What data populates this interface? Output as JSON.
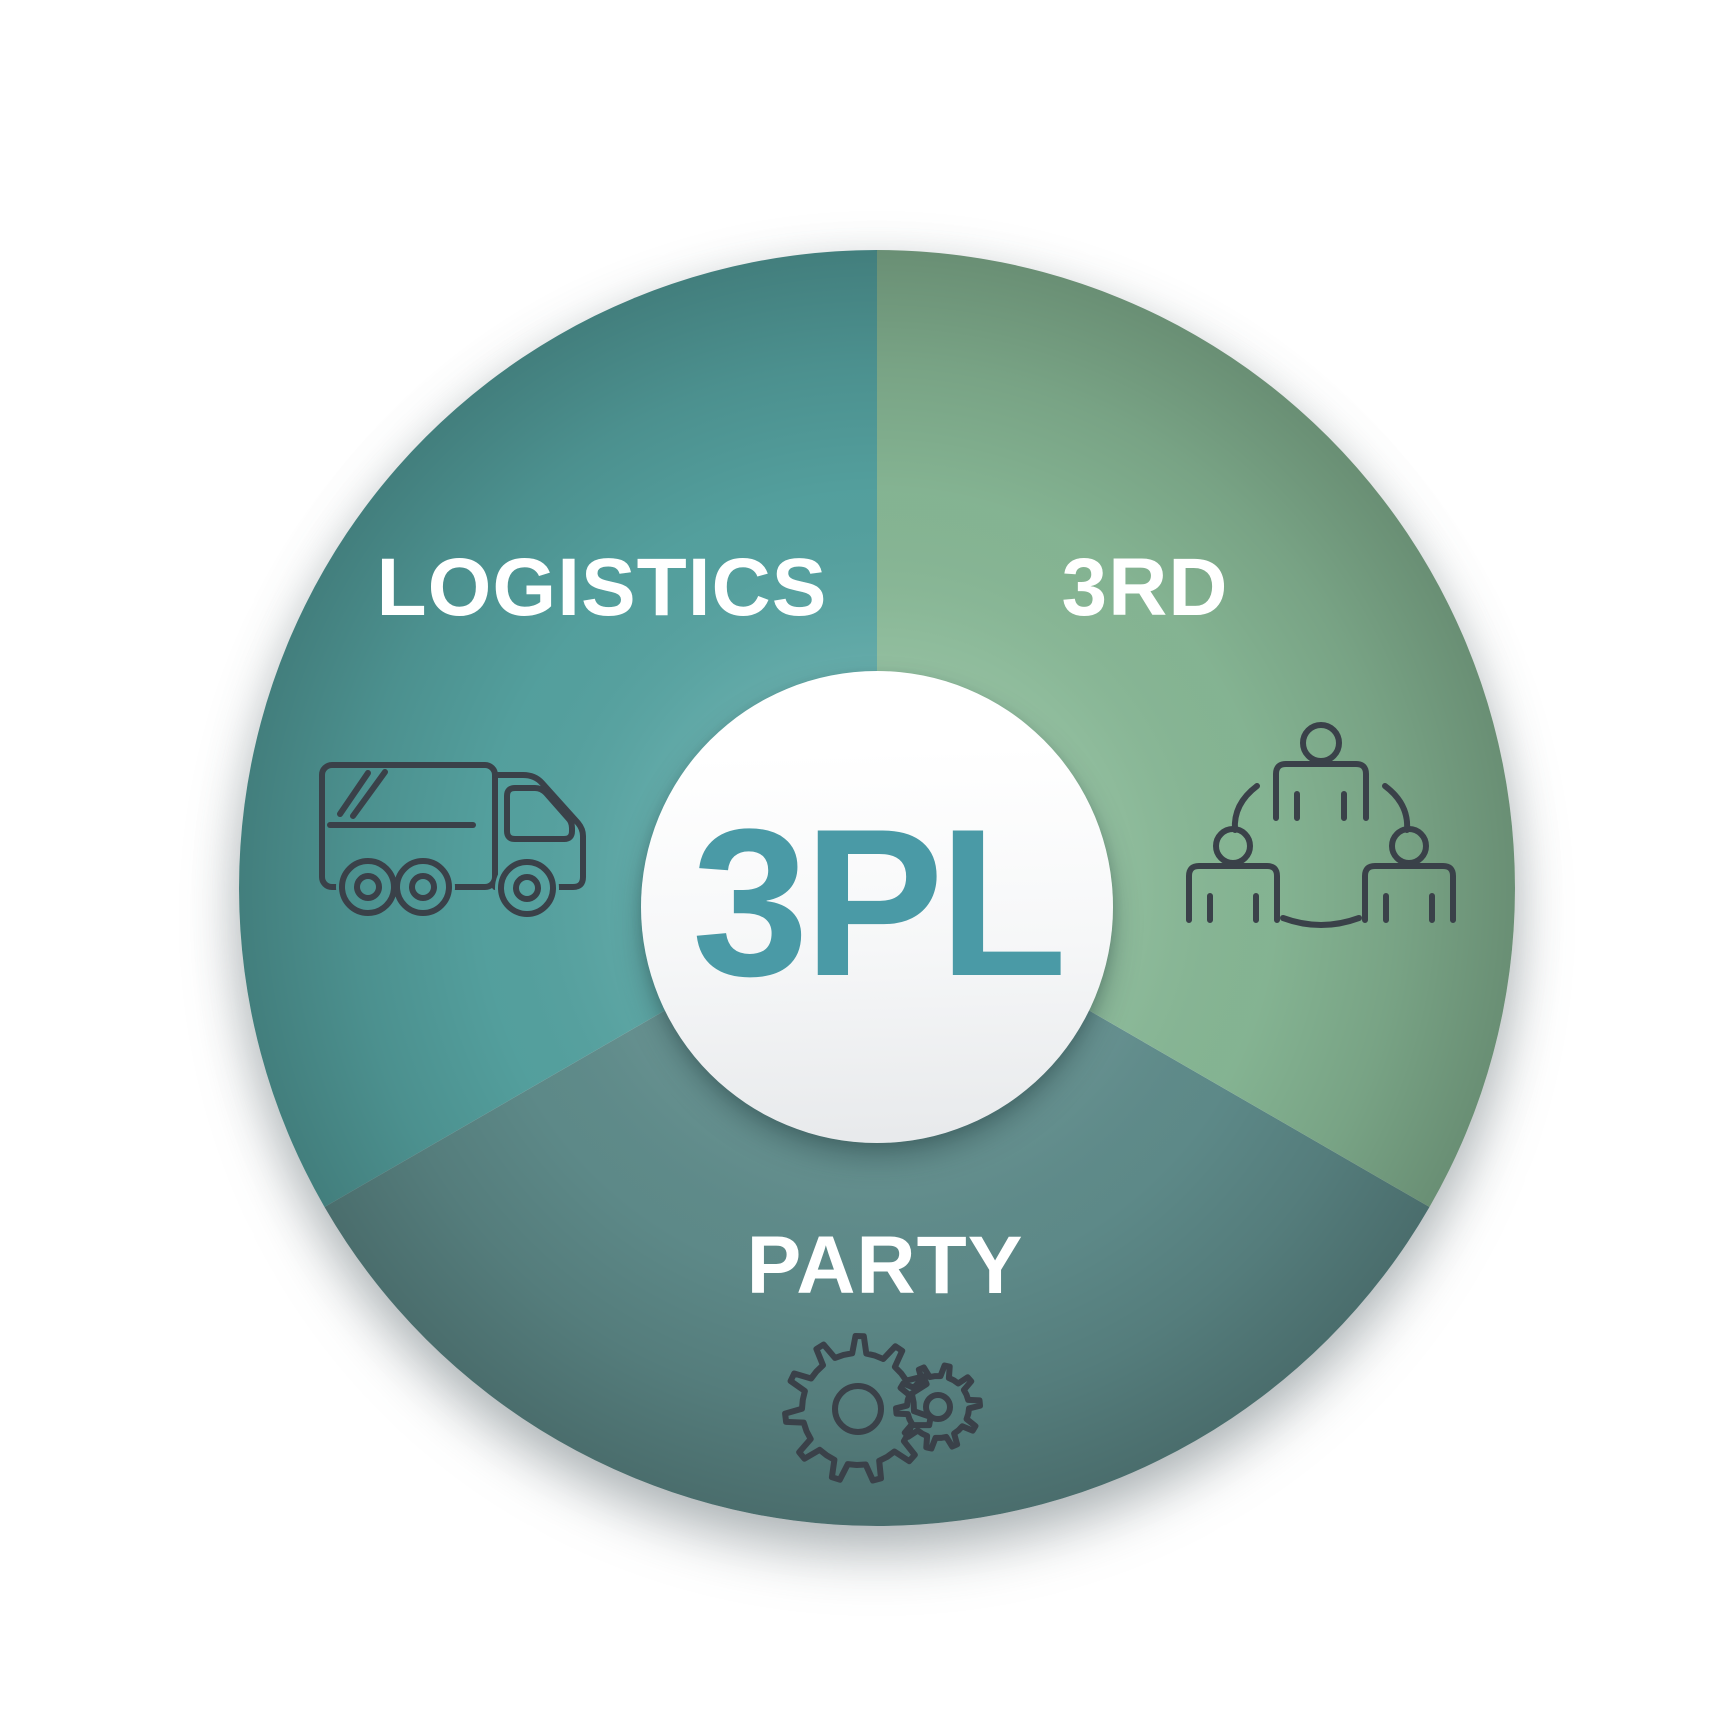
{
  "diagram": {
    "center_label": "3PL",
    "segments": [
      {
        "label": "LOGISTICS",
        "icon": "truck-icon",
        "fill": "#55a2a0"
      },
      {
        "label": "3RD",
        "icon": "team-icon",
        "fill": "#87b795"
      },
      {
        "label": "PARTY",
        "icon": "gears-icon",
        "fill": "#5f8c8b"
      }
    ],
    "colors": {
      "center_text": "#4a9aa6",
      "label_text": "#ffffff",
      "icon_stroke": "#3a4149",
      "hub_fill": "#ffffff",
      "background": "#ffffff"
    }
  }
}
